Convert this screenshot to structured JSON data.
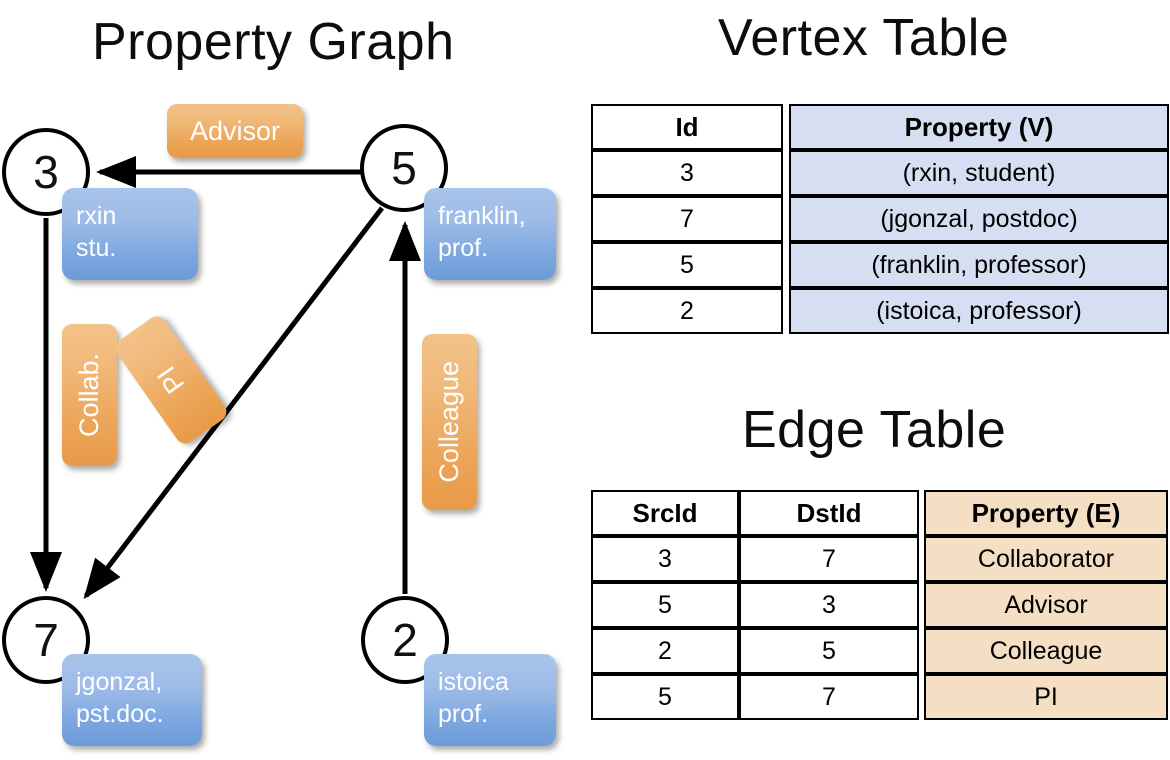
{
  "titles": {
    "property_graph": "Property Graph",
    "vertex_table": "Vertex Table",
    "edge_table": "Edge Table"
  },
  "colors": {
    "vertex_cell_blue": "#d5dff1",
    "edge_cell_orange": "#f4dfc4",
    "bubble_blue_top": "#a9c4ea",
    "bubble_blue_bottom": "#6d9bd8",
    "chip_orange_top": "#f3c289",
    "chip_orange_bottom": "#e89a47",
    "stroke": "#000000"
  },
  "graph": {
    "nodes": [
      {
        "id": "3",
        "property": "rxin\nstu."
      },
      {
        "id": "5",
        "property": "franklin,\nprof."
      },
      {
        "id": "7",
        "property": "jgonzal,\npst.doc."
      },
      {
        "id": "2",
        "property": "istoica\nprof."
      }
    ],
    "node_labels": {
      "n3": "3",
      "n5": "5",
      "n7": "7",
      "n2": "2"
    },
    "vertex_bubbles": {
      "rxin": {
        "line1": "rxin",
        "line2": "stu."
      },
      "franklin": {
        "line1": "franklin,",
        "line2": "prof."
      },
      "jgonzal": {
        "line1": "jgonzal,",
        "line2": "pst.doc."
      },
      "istoica": {
        "line1": "istoica",
        "line2": "prof."
      }
    },
    "edge_chips": {
      "advisor": "Advisor",
      "collab": "Collab.",
      "pi": "PI",
      "colleague": "Colleague"
    },
    "edges": [
      {
        "src": "5",
        "dst": "3",
        "label": "Advisor"
      },
      {
        "src": "3",
        "dst": "7",
        "label": "Collab."
      },
      {
        "src": "5",
        "dst": "7",
        "label": "PI"
      },
      {
        "src": "2",
        "dst": "5",
        "label": "Colleague"
      }
    ]
  },
  "vertex_table": {
    "headers": [
      "Id",
      "Property (V)"
    ],
    "rows": [
      {
        "id": "3",
        "property": "(rxin, student)"
      },
      {
        "id": "7",
        "property": "(jgonzal, postdoc)"
      },
      {
        "id": "5",
        "property": "(franklin, professor)"
      },
      {
        "id": "2",
        "property": "(istoica, professor)"
      }
    ]
  },
  "edge_table": {
    "headers": [
      "SrcId",
      "DstId",
      "Property (E)"
    ],
    "rows": [
      {
        "src": "3",
        "dst": "7",
        "property": "Collaborator"
      },
      {
        "src": "5",
        "dst": "3",
        "property": "Advisor"
      },
      {
        "src": "2",
        "dst": "5",
        "property": "Colleague"
      },
      {
        "src": "5",
        "dst": "7",
        "property": "PI"
      }
    ]
  }
}
